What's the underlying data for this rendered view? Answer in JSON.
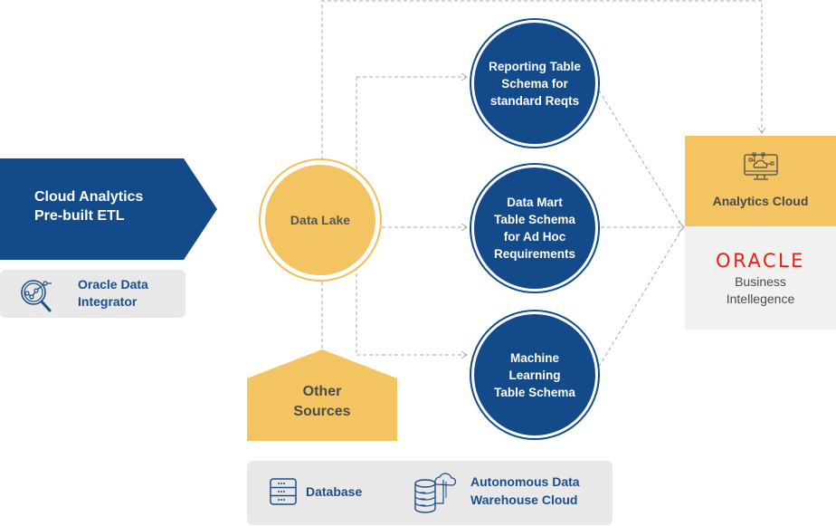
{
  "colors": {
    "navy": "#134b8a",
    "gold": "#f4c463",
    "oracle_red": "#e2231a",
    "panel_gray": "#e8e8e8",
    "connector_gray": "#a9a9a9"
  },
  "etl": {
    "line1": "Cloud Analytics",
    "line2": "Pre-built ETL",
    "icon": "chevron-arrow-shape"
  },
  "odi": {
    "icon": "magnifier-analytics-icon",
    "line1": "Oracle Data",
    "line2": "Integrator"
  },
  "data_lake": {
    "label": "Data Lake"
  },
  "other_sources": {
    "line1": "Other",
    "line2": "Sources"
  },
  "schemas": [
    {
      "lines": [
        "Reporting Table",
        "Schema for",
        "standard Reqts"
      ]
    },
    {
      "lines": [
        "Data Mart",
        "Table Schema",
        "for Ad Hoc",
        "Requirements"
      ]
    },
    {
      "lines": [
        "Machine",
        "Learning",
        "Table Schema"
      ]
    }
  ],
  "analytics_cloud": {
    "icon": "monitor-cloud-network-icon",
    "label": "Analytics Cloud"
  },
  "obi": {
    "logo": "ORACLE",
    "line1": "Business",
    "line2": "Intellegence"
  },
  "storage": {
    "database": {
      "icon": "server-rack-icon",
      "label": "Database"
    },
    "adw": {
      "icon": "database-cloud-icon",
      "line1": "Autonomous Data",
      "line2": "Warehouse Cloud"
    }
  }
}
